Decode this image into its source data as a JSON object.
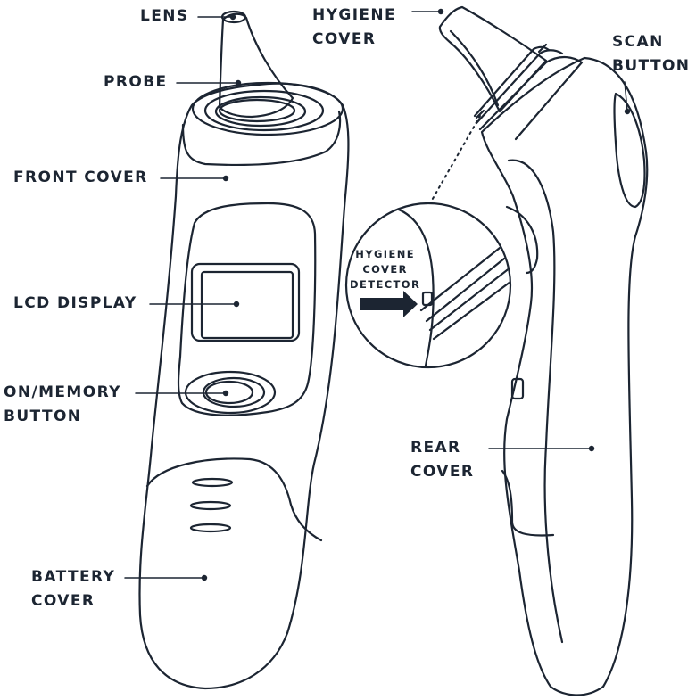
{
  "colors": {
    "ink": "#1c2532",
    "background": "#ffffff"
  },
  "labels": {
    "lens": [
      "LENS"
    ],
    "probe": [
      "PROBE"
    ],
    "front_cover": [
      "FRONT COVER"
    ],
    "lcd_display": [
      "LCD DISPLAY"
    ],
    "on_memory_button": [
      "ON/MEMORY",
      "BUTTON"
    ],
    "battery_cover": [
      "BATTERY",
      "COVER"
    ],
    "hygiene_cover": [
      "HYGIENE",
      "COVER"
    ],
    "scan_button": [
      "SCAN",
      "BUTTON"
    ],
    "hygiene_cover_detector": [
      "HYGIENE",
      "COVER",
      "DETECTOR"
    ],
    "rear_cover": [
      "REAR",
      "COVER"
    ]
  }
}
